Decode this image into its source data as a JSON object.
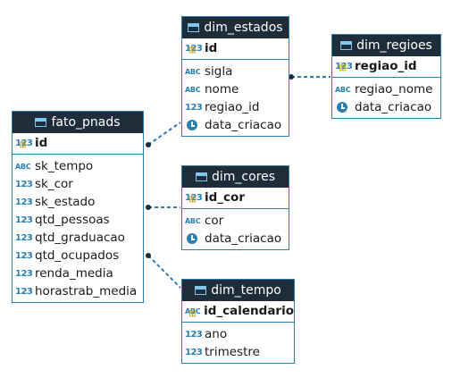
{
  "colors": {
    "accent": "#2a7fb0",
    "header_bg": "#1f2d3a",
    "header_text": "#ffffff",
    "icon": "#7ec8f0"
  },
  "tables": {
    "fato_pnads": {
      "title": "fato_pnads",
      "pk": {
        "type": "123",
        "name": "id"
      },
      "columns": [
        {
          "type": "ABC",
          "name": "sk_tempo"
        },
        {
          "type": "123",
          "name": "sk_cor"
        },
        {
          "type": "123",
          "name": "sk_estado"
        },
        {
          "type": "123",
          "name": "qtd_pessoas"
        },
        {
          "type": "123",
          "name": "qtd_graduacao"
        },
        {
          "type": "123",
          "name": "qtd_ocupados"
        },
        {
          "type": "123",
          "name": "renda_media"
        },
        {
          "type": "123",
          "name": "horastrab_media"
        }
      ]
    },
    "dim_estados": {
      "title": "dim_estados",
      "pk": {
        "type": "123",
        "name": "id"
      },
      "columns": [
        {
          "type": "ABC",
          "name": "sigla"
        },
        {
          "type": "ABC",
          "name": "nome"
        },
        {
          "type": "123",
          "name": "regiao_id"
        },
        {
          "type": "clock",
          "name": "data_criacao"
        }
      ]
    },
    "dim_regioes": {
      "title": "dim_regioes",
      "pk": {
        "type": "123",
        "name": "regiao_id"
      },
      "columns": [
        {
          "type": "ABC",
          "name": "regiao_nome"
        },
        {
          "type": "clock",
          "name": "data_criacao"
        }
      ]
    },
    "dim_cores": {
      "title": "dim_cores",
      "pk": {
        "type": "123",
        "name": "id_cor"
      },
      "columns": [
        {
          "type": "ABC",
          "name": "cor"
        },
        {
          "type": "clock",
          "name": "data_criacao"
        }
      ]
    },
    "dim_tempo": {
      "title": "dim_tempo",
      "pk": {
        "type": "ABC",
        "name": "id_calendario"
      },
      "columns": [
        {
          "type": "123",
          "name": "ano"
        },
        {
          "type": "123",
          "name": "trimestre"
        }
      ]
    }
  },
  "relations": [
    {
      "from": "fato_pnads",
      "to": "dim_estados"
    },
    {
      "from": "fato_pnads",
      "to": "dim_cores"
    },
    {
      "from": "fato_pnads",
      "to": "dim_tempo"
    },
    {
      "from": "dim_estados",
      "to": "dim_regioes"
    }
  ]
}
